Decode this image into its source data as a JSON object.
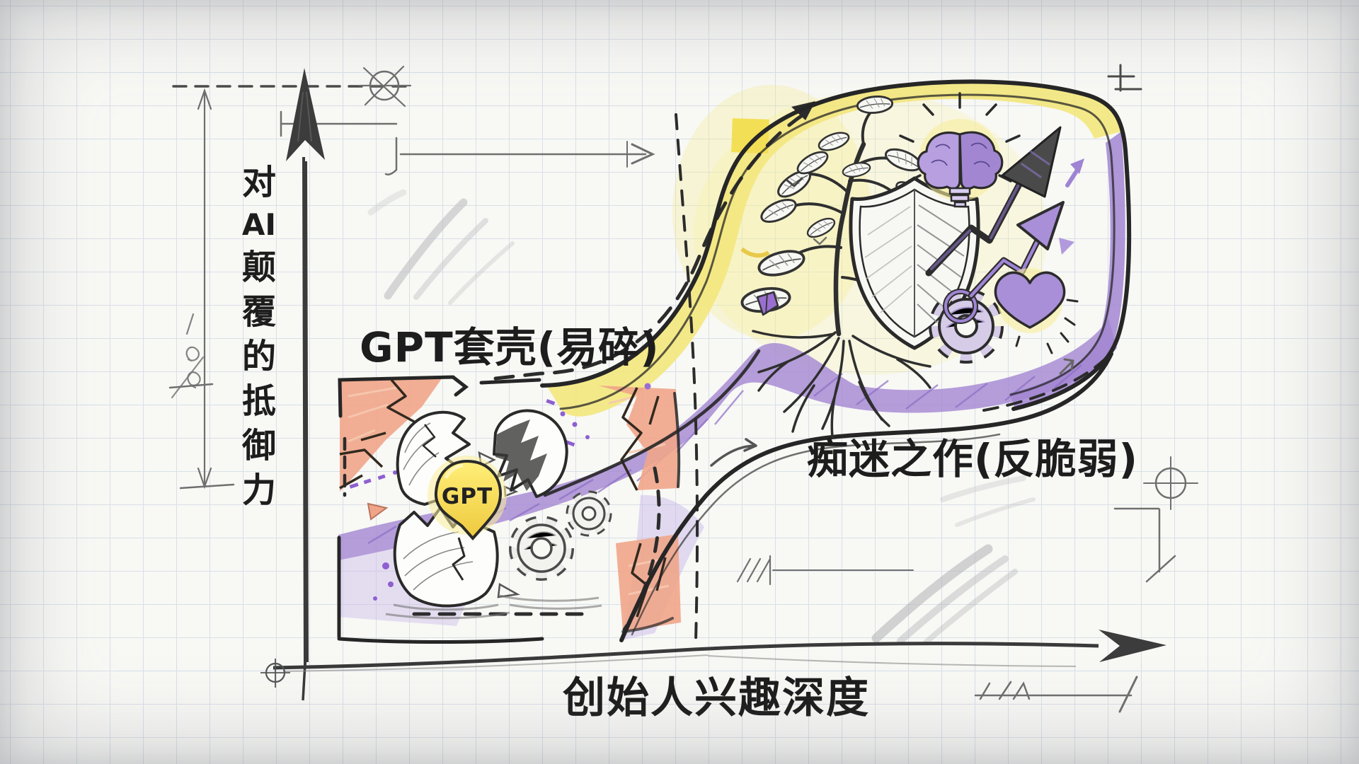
{
  "axes": {
    "y_label": "对AI颠覆的抵御力",
    "y_chars": [
      "对",
      "AI",
      "颠",
      "覆",
      "的",
      "抵",
      "御",
      "力"
    ],
    "x_label": "创始人兴趣深度"
  },
  "regions": {
    "fragile": {
      "label": "GPT套壳(易碎)",
      "badge_text": "GPT"
    },
    "antifragile": {
      "label": "痴迷之作(反脆弱)"
    }
  },
  "icons": {
    "fragile": [
      "cracked-egg-shells",
      "gpt-bulb-badge",
      "gears",
      "cracked-border"
    ],
    "antifragile": [
      "tree-with-roots",
      "shield",
      "brain-lightbulb",
      "rising-arrows",
      "gear-with-arrow",
      "heart"
    ],
    "annotations": [
      "crosshair-circle",
      "dimension-lines",
      "plus-minus-mark",
      "hatch-ticks",
      "pencil-smudges",
      "dashed-flow-curve"
    ]
  },
  "palette": {
    "paper": "#F8F8F5",
    "grid": "#D9E0E7",
    "ink": "#2B2B2B",
    "pencil": "#6F6F6F",
    "yellow_band": "#F3E77D",
    "yellow_square": "#F2DF55",
    "gpt_yellow": "#FFE95E",
    "purple_band": "#A286D2",
    "purple_light": "#C6B3E8",
    "purple_deep": "#8E5FD0",
    "orange_crack": "#F0A58A"
  }
}
